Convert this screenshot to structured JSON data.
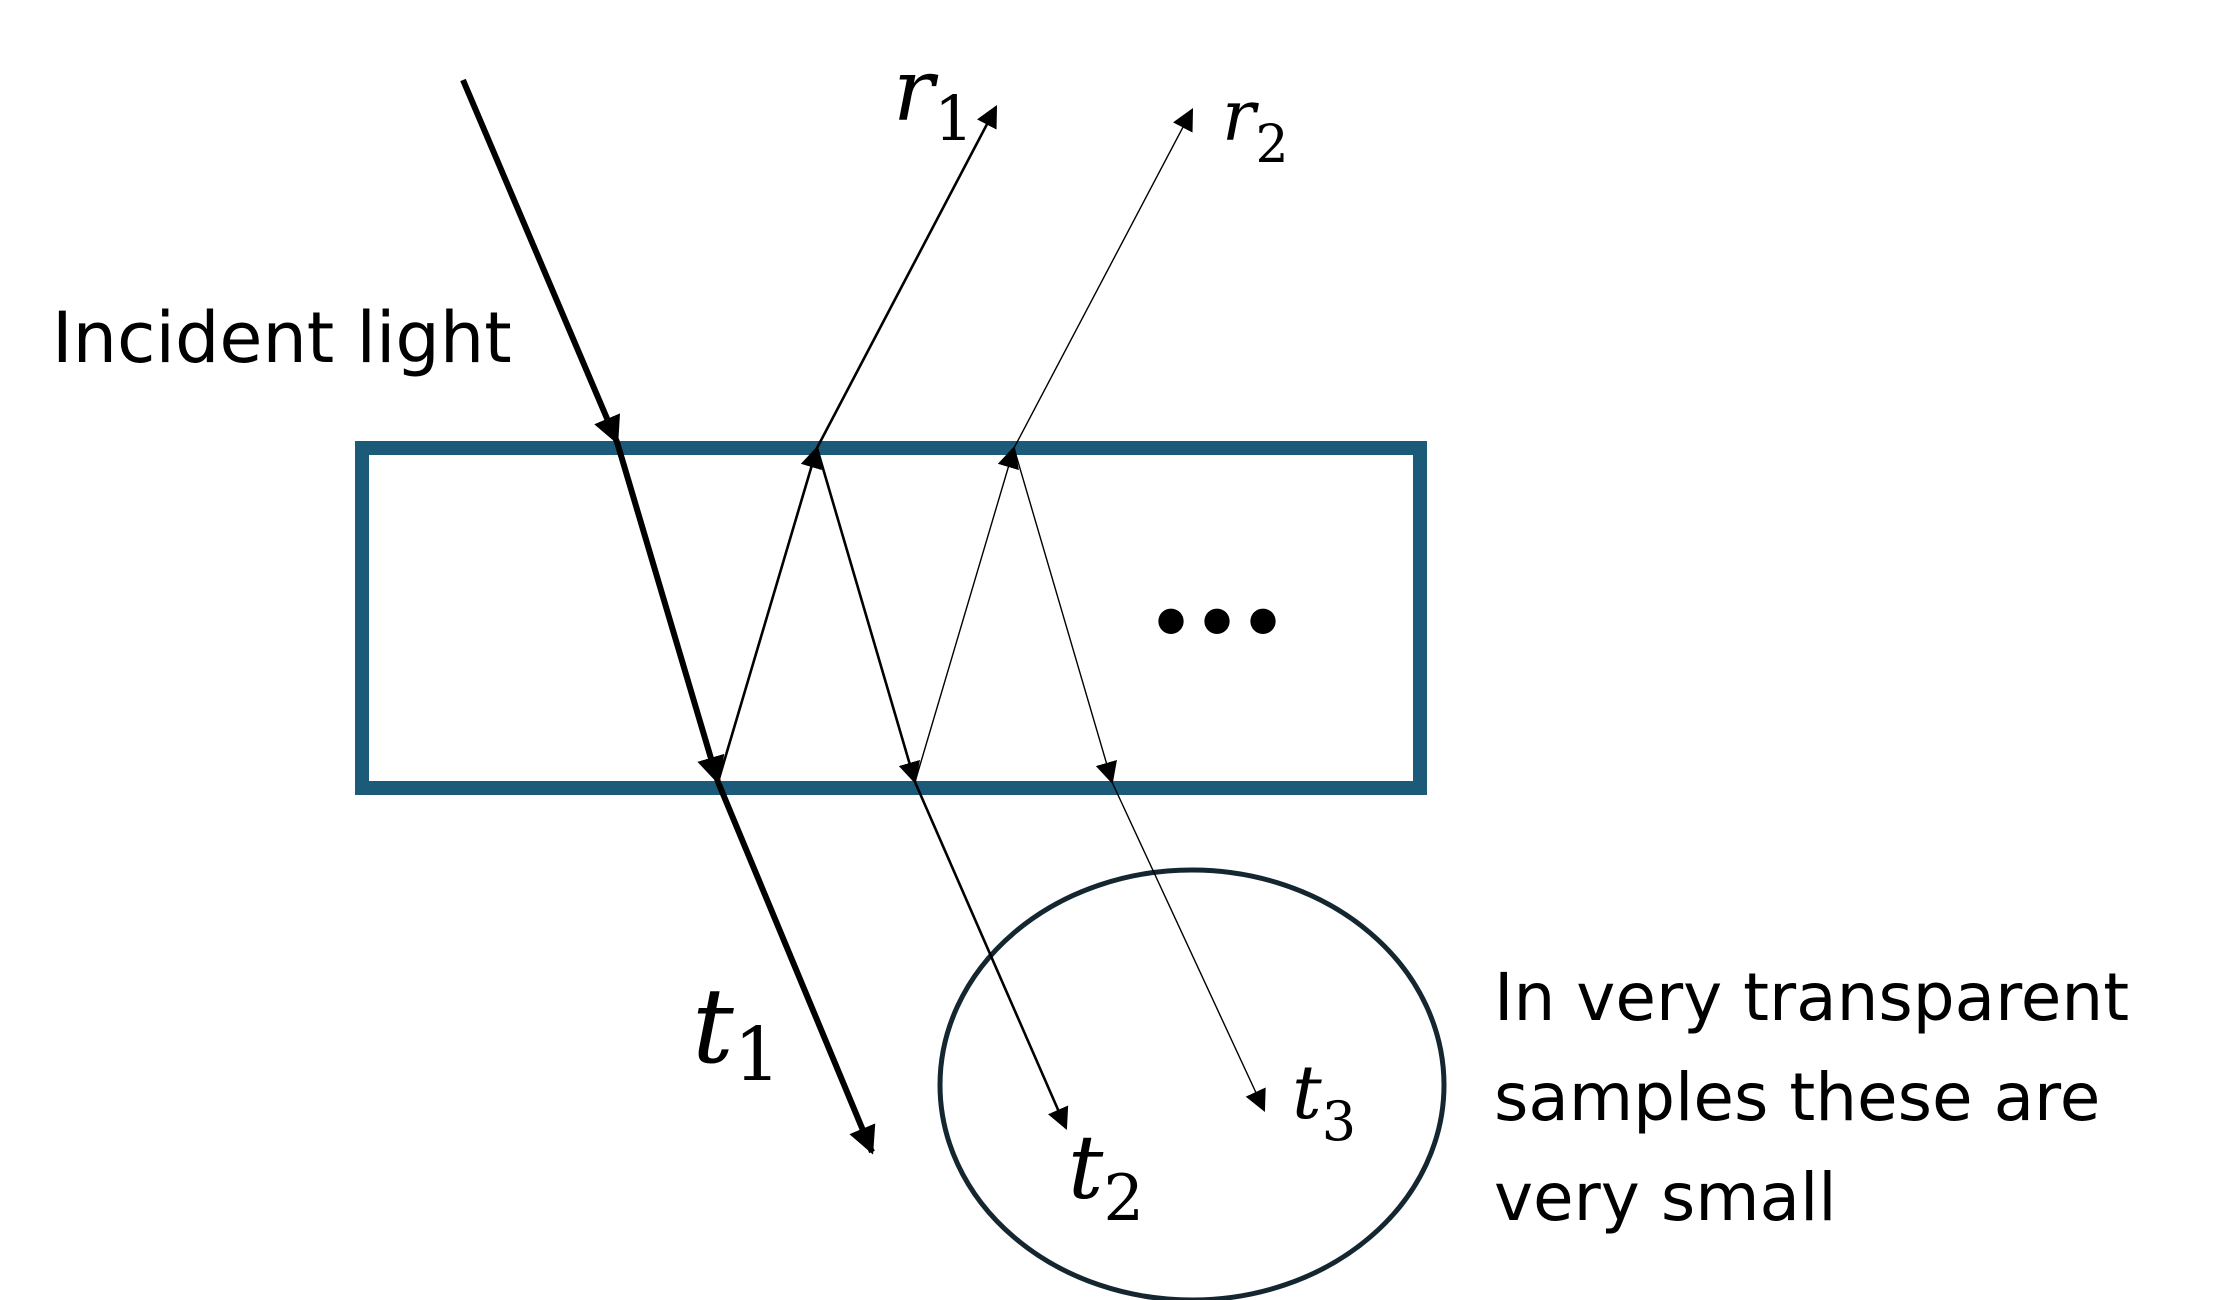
{
  "labels": {
    "incident": "Incident light",
    "ellipsis": "•••",
    "note_line1": "In very transparent",
    "note_line2": "samples these are",
    "note_line3": "very small"
  },
  "rays": {
    "r1": {
      "base": "r",
      "sub": "1"
    },
    "r2": {
      "base": "r",
      "sub": "2"
    },
    "t1": {
      "base": "t",
      "sub": "1"
    },
    "t2": {
      "base": "t",
      "sub": "2"
    },
    "t3": {
      "base": "t",
      "sub": "3"
    }
  },
  "colors": {
    "slab": "#1c5a7a",
    "ellipse": "#14262f",
    "ray": "#000000"
  }
}
